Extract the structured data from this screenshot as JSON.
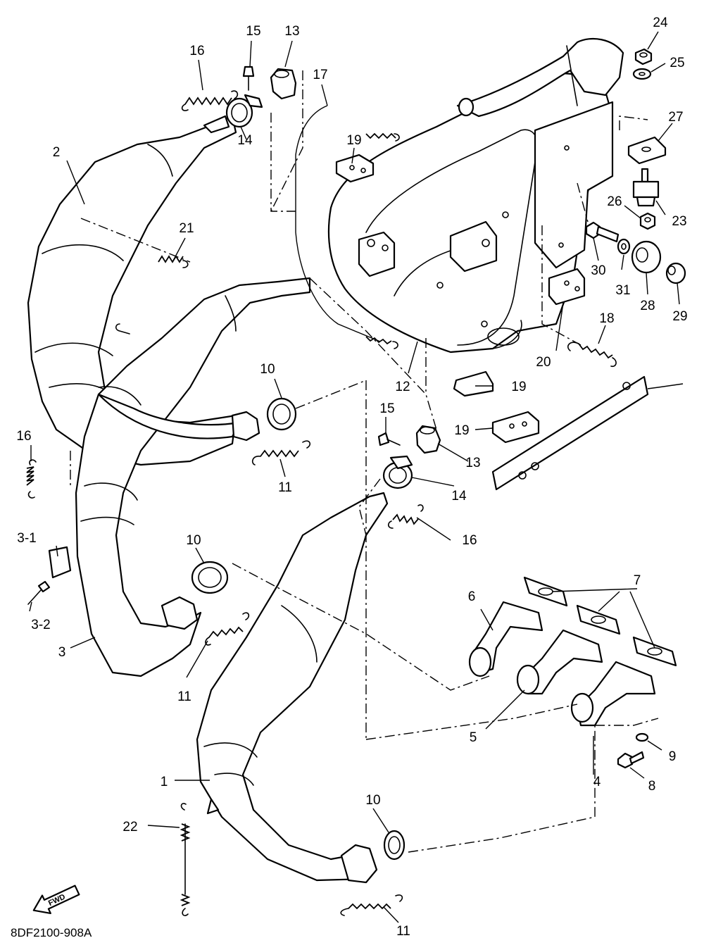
{
  "diagram": {
    "drawing_code": "8DF2100-908A",
    "direction_label": "FWD",
    "callouts": [
      "1",
      "2",
      "3",
      "3-1",
      "3-2",
      "4",
      "5",
      "6",
      "7",
      "8",
      "9",
      "10",
      "11",
      "12",
      "13",
      "14",
      "15",
      "16",
      "17",
      "18",
      "19",
      "20",
      "21",
      "22",
      "23",
      "24",
      "25",
      "26",
      "27",
      "28",
      "29",
      "30",
      "31"
    ]
  }
}
